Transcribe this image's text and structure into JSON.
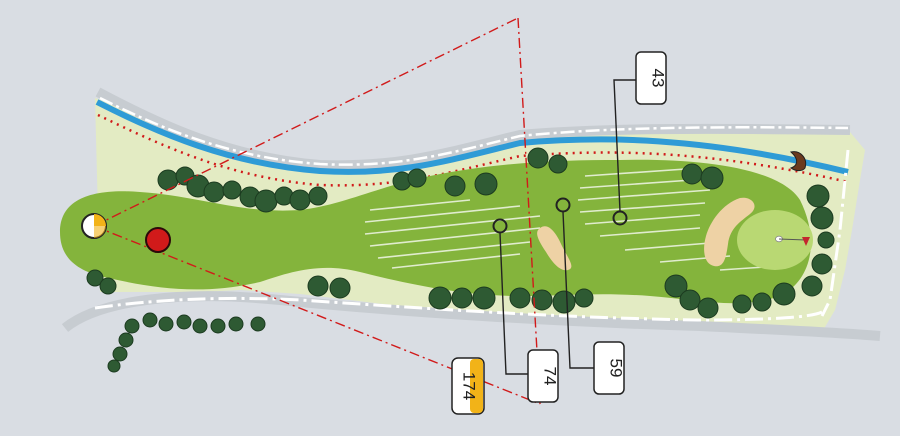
{
  "hole_map": {
    "distance_markers": [
      {
        "id": "43",
        "value": "43"
      },
      {
        "id": "74",
        "value": "74"
      },
      {
        "id": "59",
        "value": "59"
      }
    ],
    "tee_distance": {
      "value": "174",
      "color": "#f2b318"
    },
    "colors": {
      "background": "#d9dde3",
      "rough": "#e3ebc3",
      "fairway": "#84b43c",
      "green": "#b9d873",
      "bunker": "#eed2a5",
      "water": "#2f9bd6",
      "out_of_bounds": "#d11a1a",
      "trees": "#2e5a33",
      "path": "#f4f4f4"
    },
    "icons": [
      "tee-marker-icon",
      "red-marker-icon",
      "flag-icon",
      "moon-icon",
      "tree-icon",
      "bunker-icon"
    ]
  }
}
